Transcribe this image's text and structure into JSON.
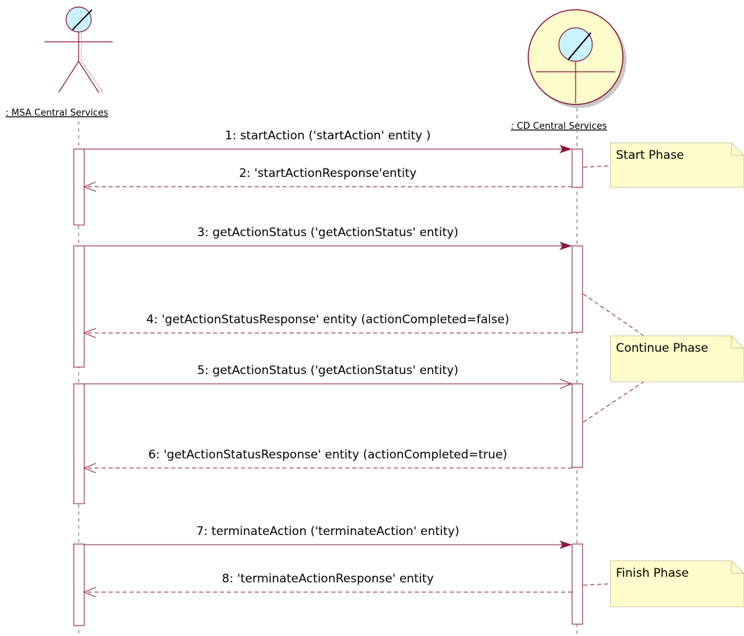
{
  "colors": {
    "line": "#8b1538",
    "note_fill": "#fffccc",
    "note_border": "#c9c9a3",
    "actor_head": "#c9f4ff",
    "boundary_fill": "#fffccc",
    "boundary_shadow": "#c8c8c8"
  },
  "lifelines": [
    {
      "name": ": MSA Central Services",
      "icon": "actor-stick-figure-icon"
    },
    {
      "name": ": CD Central Services",
      "icon": "actor-in-circle-icon"
    }
  ],
  "messages": [
    {
      "label": "1: startAction ('startAction' entity )",
      "kind": "sync-call"
    },
    {
      "label": "2: 'startActionResponse'entity",
      "kind": "return"
    },
    {
      "label": "3: getActionStatus ('getActionStatus' entity)",
      "kind": "sync-call"
    },
    {
      "label": "4: 'getActionStatusResponse' entity (actionCompleted=false)",
      "kind": "return"
    },
    {
      "label": "5: getActionStatus ('getActionStatus' entity)",
      "kind": "async-call"
    },
    {
      "label": "6: 'getActionStatusResponse' entity (actionCompleted=true)",
      "kind": "return"
    },
    {
      "label": "7: terminateAction ('terminateAction' entity)",
      "kind": "sync-call"
    },
    {
      "label": "8: 'terminateActionResponse' entity",
      "kind": "return"
    }
  ],
  "notes": [
    {
      "text": "Start Phase"
    },
    {
      "text": "Continue Phase"
    },
    {
      "text": "Finish Phase"
    }
  ]
}
